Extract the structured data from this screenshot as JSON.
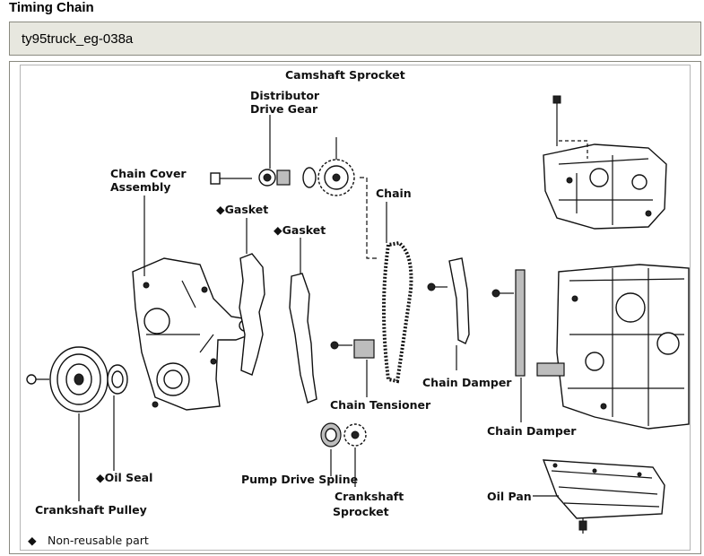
{
  "page": {
    "title": "Timing Chain",
    "caption": "ty95truck_eg-038a"
  },
  "diagram": {
    "labels": {
      "camshaft_sprocket": "Camshaft Sprocket",
      "distributor_1": "Distributor",
      "distributor_2": "Drive Gear",
      "chain_cover_1": "Chain Cover",
      "chain_cover_2": "Assembly",
      "gasket_1": "Gasket",
      "gasket_2": "Gasket",
      "chain": "Chain",
      "chain_damper_1": "Chain Damper",
      "chain_damper_2": "Chain Damper",
      "chain_tensioner": "Chain Tensioner",
      "oil_seal": "Oil Seal",
      "crankshaft_pulley": "Crankshaft Pulley",
      "pump_drive_spline": "Pump Drive Spline",
      "crankshaft_sprocket_1": "Crankshaft",
      "crankshaft_sprocket_2": "Sprocket",
      "oil_pan": "Oil Pan",
      "legend": "Non-reusable part"
    },
    "non_reusable_marker": "◆"
  }
}
